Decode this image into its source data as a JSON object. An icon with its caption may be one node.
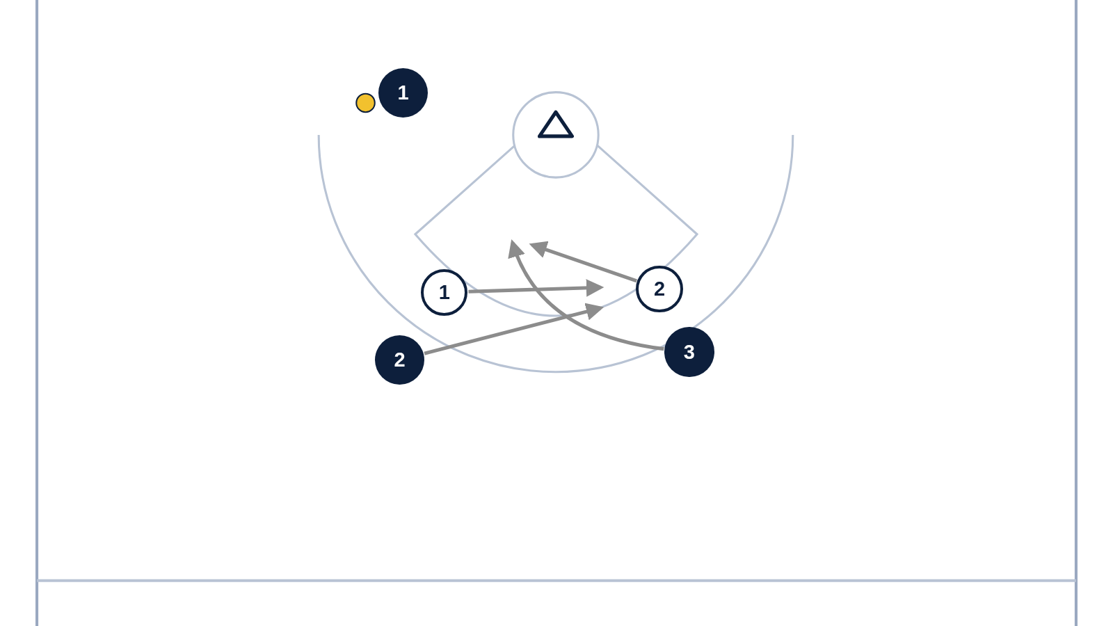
{
  "diagram": {
    "nodes": [
      {
        "text": [
          "1"
        ]
      },
      {
        "text": [
          "1"
        ]
      },
      {
        "text": [
          "2"
        ]
      },
      {
        "text": [
          "2"
        ]
      },
      {
        "text": [
          "3"
        ]
      }
    ],
    "edges": [
      {
        "from": 1,
        "to": null,
        "arrow": "to"
      },
      {
        "from": 2,
        "to": null,
        "arrow": "to"
      },
      {
        "from": 3,
        "to": null,
        "arrow": "to"
      },
      {
        "from": 4,
        "to": null,
        "arrow": "to"
      }
    ]
  }
}
